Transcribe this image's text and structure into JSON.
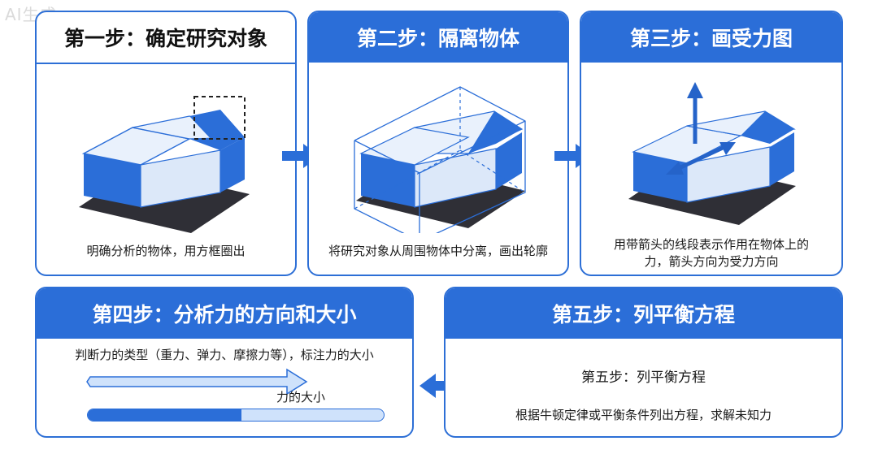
{
  "watermark": "AI生成",
  "steps": [
    {
      "title": "第一步：确定研究对象",
      "caption": "明确分析的物体，用方框圈出"
    },
    {
      "title": "第二步：隔离物体",
      "caption": "将研究对象从周围物体中分离，画出轮廓"
    },
    {
      "title": "第三步：画受力图",
      "caption": "用带箭头的线段表示作用在物体上的力，箭头方向为受力方向"
    },
    {
      "title": "第四步：分析力的方向和大小",
      "caption": "判断力的类型（重力、弹力、摩擦力等），标注力的大小",
      "bar_label": "力的大小",
      "magnitude_fill": 0.52
    },
    {
      "title": "第五步：列平衡方程",
      "subtitle": "第五步：列平衡方程",
      "caption": "根据牛顿定律或平衡条件列出方程，求解未知力"
    }
  ],
  "colors": {
    "primary": "#2b6ed8",
    "light_blue": "#cfe2fb",
    "face_top": "#e9f1fc",
    "face_side": "#c6daf5",
    "shadow": "#2f2f36",
    "accent": "#2563c9"
  }
}
